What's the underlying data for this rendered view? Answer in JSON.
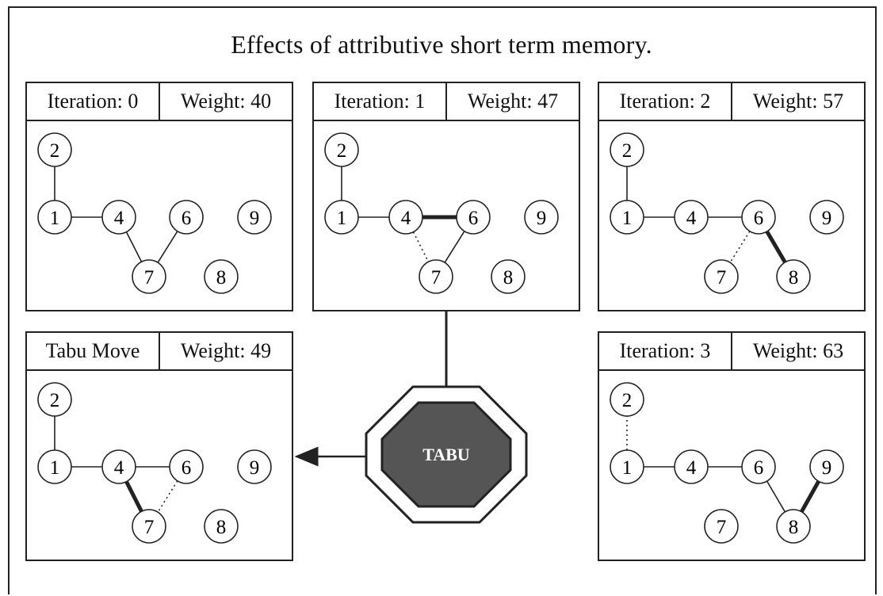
{
  "title": "Effects of attributive short term memory.",
  "panels": [
    {
      "id": "p0",
      "left_label": "Iteration: 0",
      "right_label": "Weight: 40",
      "edges": [
        [
          "1",
          "2",
          "normal"
        ],
        [
          "1",
          "4",
          "normal"
        ],
        [
          "4",
          "7",
          "normal"
        ],
        [
          "6",
          "7",
          "normal"
        ]
      ]
    },
    {
      "id": "p1",
      "left_label": "Iteration: 1",
      "right_label": "Weight: 47",
      "edges": [
        [
          "1",
          "2",
          "normal"
        ],
        [
          "1",
          "4",
          "normal"
        ],
        [
          "4",
          "6",
          "bold"
        ],
        [
          "4",
          "7",
          "dotted"
        ],
        [
          "6",
          "7",
          "normal"
        ]
      ]
    },
    {
      "id": "p2",
      "left_label": "Iteration: 2",
      "right_label": "Weight: 57",
      "edges": [
        [
          "1",
          "2",
          "normal"
        ],
        [
          "1",
          "4",
          "normal"
        ],
        [
          "4",
          "6",
          "normal"
        ],
        [
          "6",
          "7",
          "dotted"
        ],
        [
          "6",
          "8",
          "bold"
        ]
      ]
    },
    {
      "id": "ptabu",
      "left_label": "Tabu Move",
      "right_label": "Weight: 49",
      "edges": [
        [
          "1",
          "2",
          "normal"
        ],
        [
          "1",
          "4",
          "normal"
        ],
        [
          "4",
          "6",
          "normal"
        ],
        [
          "4",
          "7",
          "bold"
        ],
        [
          "6",
          "7",
          "dotted"
        ]
      ]
    },
    {
      "id": "p3",
      "left_label": "Iteration: 3",
      "right_label": "Weight: 63",
      "edges": [
        [
          "1",
          "2",
          "dotted"
        ],
        [
          "1",
          "4",
          "normal"
        ],
        [
          "4",
          "6",
          "normal"
        ],
        [
          "6",
          "8",
          "normal"
        ],
        [
          "8",
          "9",
          "bold"
        ]
      ]
    }
  ],
  "nodes": [
    "1",
    "2",
    "4",
    "6",
    "7",
    "8",
    "9"
  ],
  "tabu": {
    "label": "TABU",
    "fill": "#555555"
  }
}
